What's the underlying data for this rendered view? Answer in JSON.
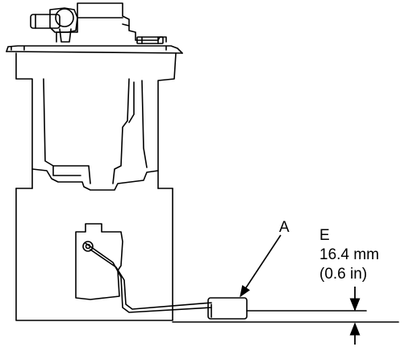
{
  "labels": {
    "a": "A",
    "e": "E",
    "dim_metric": "16.4 mm",
    "dim_imperial": "(0.6 in)"
  },
  "colors": {
    "line": "#000000",
    "background": "#ffffff"
  }
}
